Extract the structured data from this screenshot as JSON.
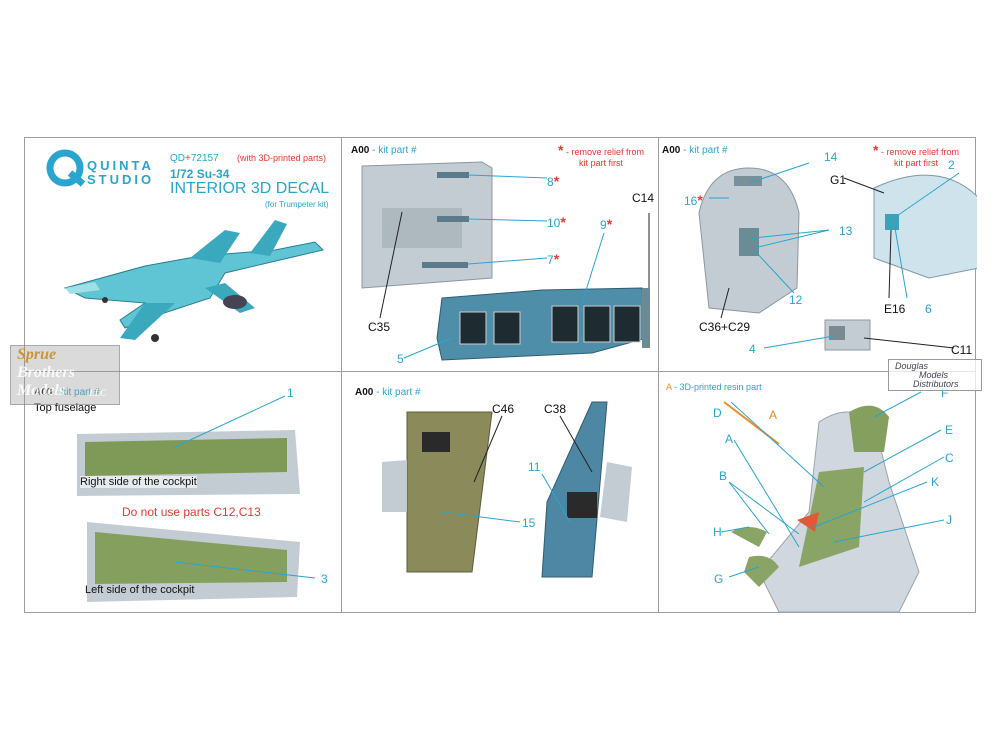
{
  "brand": {
    "line1": "QUINTA",
    "line2": "STUDIO"
  },
  "product": {
    "code_prefix": "QD",
    "code_plus": "+",
    "code_number": "72157",
    "printed_parts": "(with 3D-printed parts)",
    "scale_model": "1/72 Su-34",
    "title": "INTERIOR 3D DECAL",
    "kit_note": "(for Trumpeter kit)"
  },
  "common": {
    "a00": "A00",
    "kit_part": "- kit part #",
    "star": "*",
    "remove_note_1": "- remove relief from",
    "remove_note_2": "kit part first"
  },
  "panel2": {
    "labels": {
      "p8": "8",
      "p10": "10",
      "p7": "7",
      "p9": "9",
      "c14": "C14",
      "c35": "C35",
      "p5": "5"
    }
  },
  "panel3": {
    "labels": {
      "p14": "14",
      "p16": "16",
      "p13": "13",
      "p12": "12",
      "c36c29": "C36+C29",
      "g1": "G1",
      "p2": "2",
      "e16": "E16",
      "p6": "6",
      "p4": "4",
      "c11": "C11"
    }
  },
  "panel4": {
    "top_fuselage": "Top fuselage",
    "right_side": "Right side of the cockpit",
    "do_not_use": "Do not use parts C12,C13",
    "left_side": "Left side of the cockpit",
    "p1": "1",
    "p3": "3"
  },
  "panel5": {
    "c46": "C46",
    "c38": "C38",
    "p11": "11",
    "p15": "15"
  },
  "panel6": {
    "legend_letter": "A",
    "legend_text": "- 3D-printed resin part",
    "labels": {
      "d": "D",
      "a_orange": "A",
      "f": "F",
      "a": "A",
      "e": "E",
      "c": "C",
      "b": "B",
      "k": "K",
      "h": "H",
      "j": "J",
      "g": "G"
    }
  },
  "watermarks": {
    "sprue1": "Sprue",
    "sprue2": "Brothers",
    "sprue3": "Models",
    "sprue_llc": "LLC",
    "dmd1": "Douglas",
    "dmd2": "Models",
    "dmd3": "Distributors"
  },
  "colors": {
    "accent": "#29a5cf",
    "warning": "#e53a2e",
    "resin": "#f08a24",
    "plastic": "#c3ccd3"
  }
}
